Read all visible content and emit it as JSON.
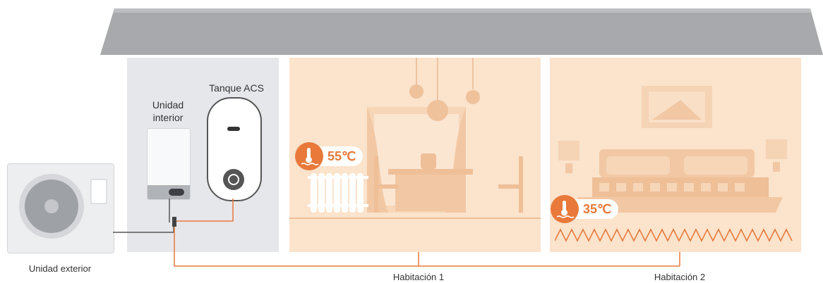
{
  "labels": {
    "outdoor_unit": "Unidad exterior",
    "indoor_unit": "Unidad\ninterior",
    "dhw_tank": "Tanque ACS",
    "room1": "Habitación 1",
    "room2": "Habitación 2"
  },
  "temperatures": {
    "radiator": "55℃",
    "floor_heating": "35℃"
  },
  "colors": {
    "accent": "#e8793a",
    "pipe": "#e8793a",
    "roof": "#a7a9ac",
    "utility_room": "#e6e7eb",
    "room_bg": "#fbe3cc"
  }
}
